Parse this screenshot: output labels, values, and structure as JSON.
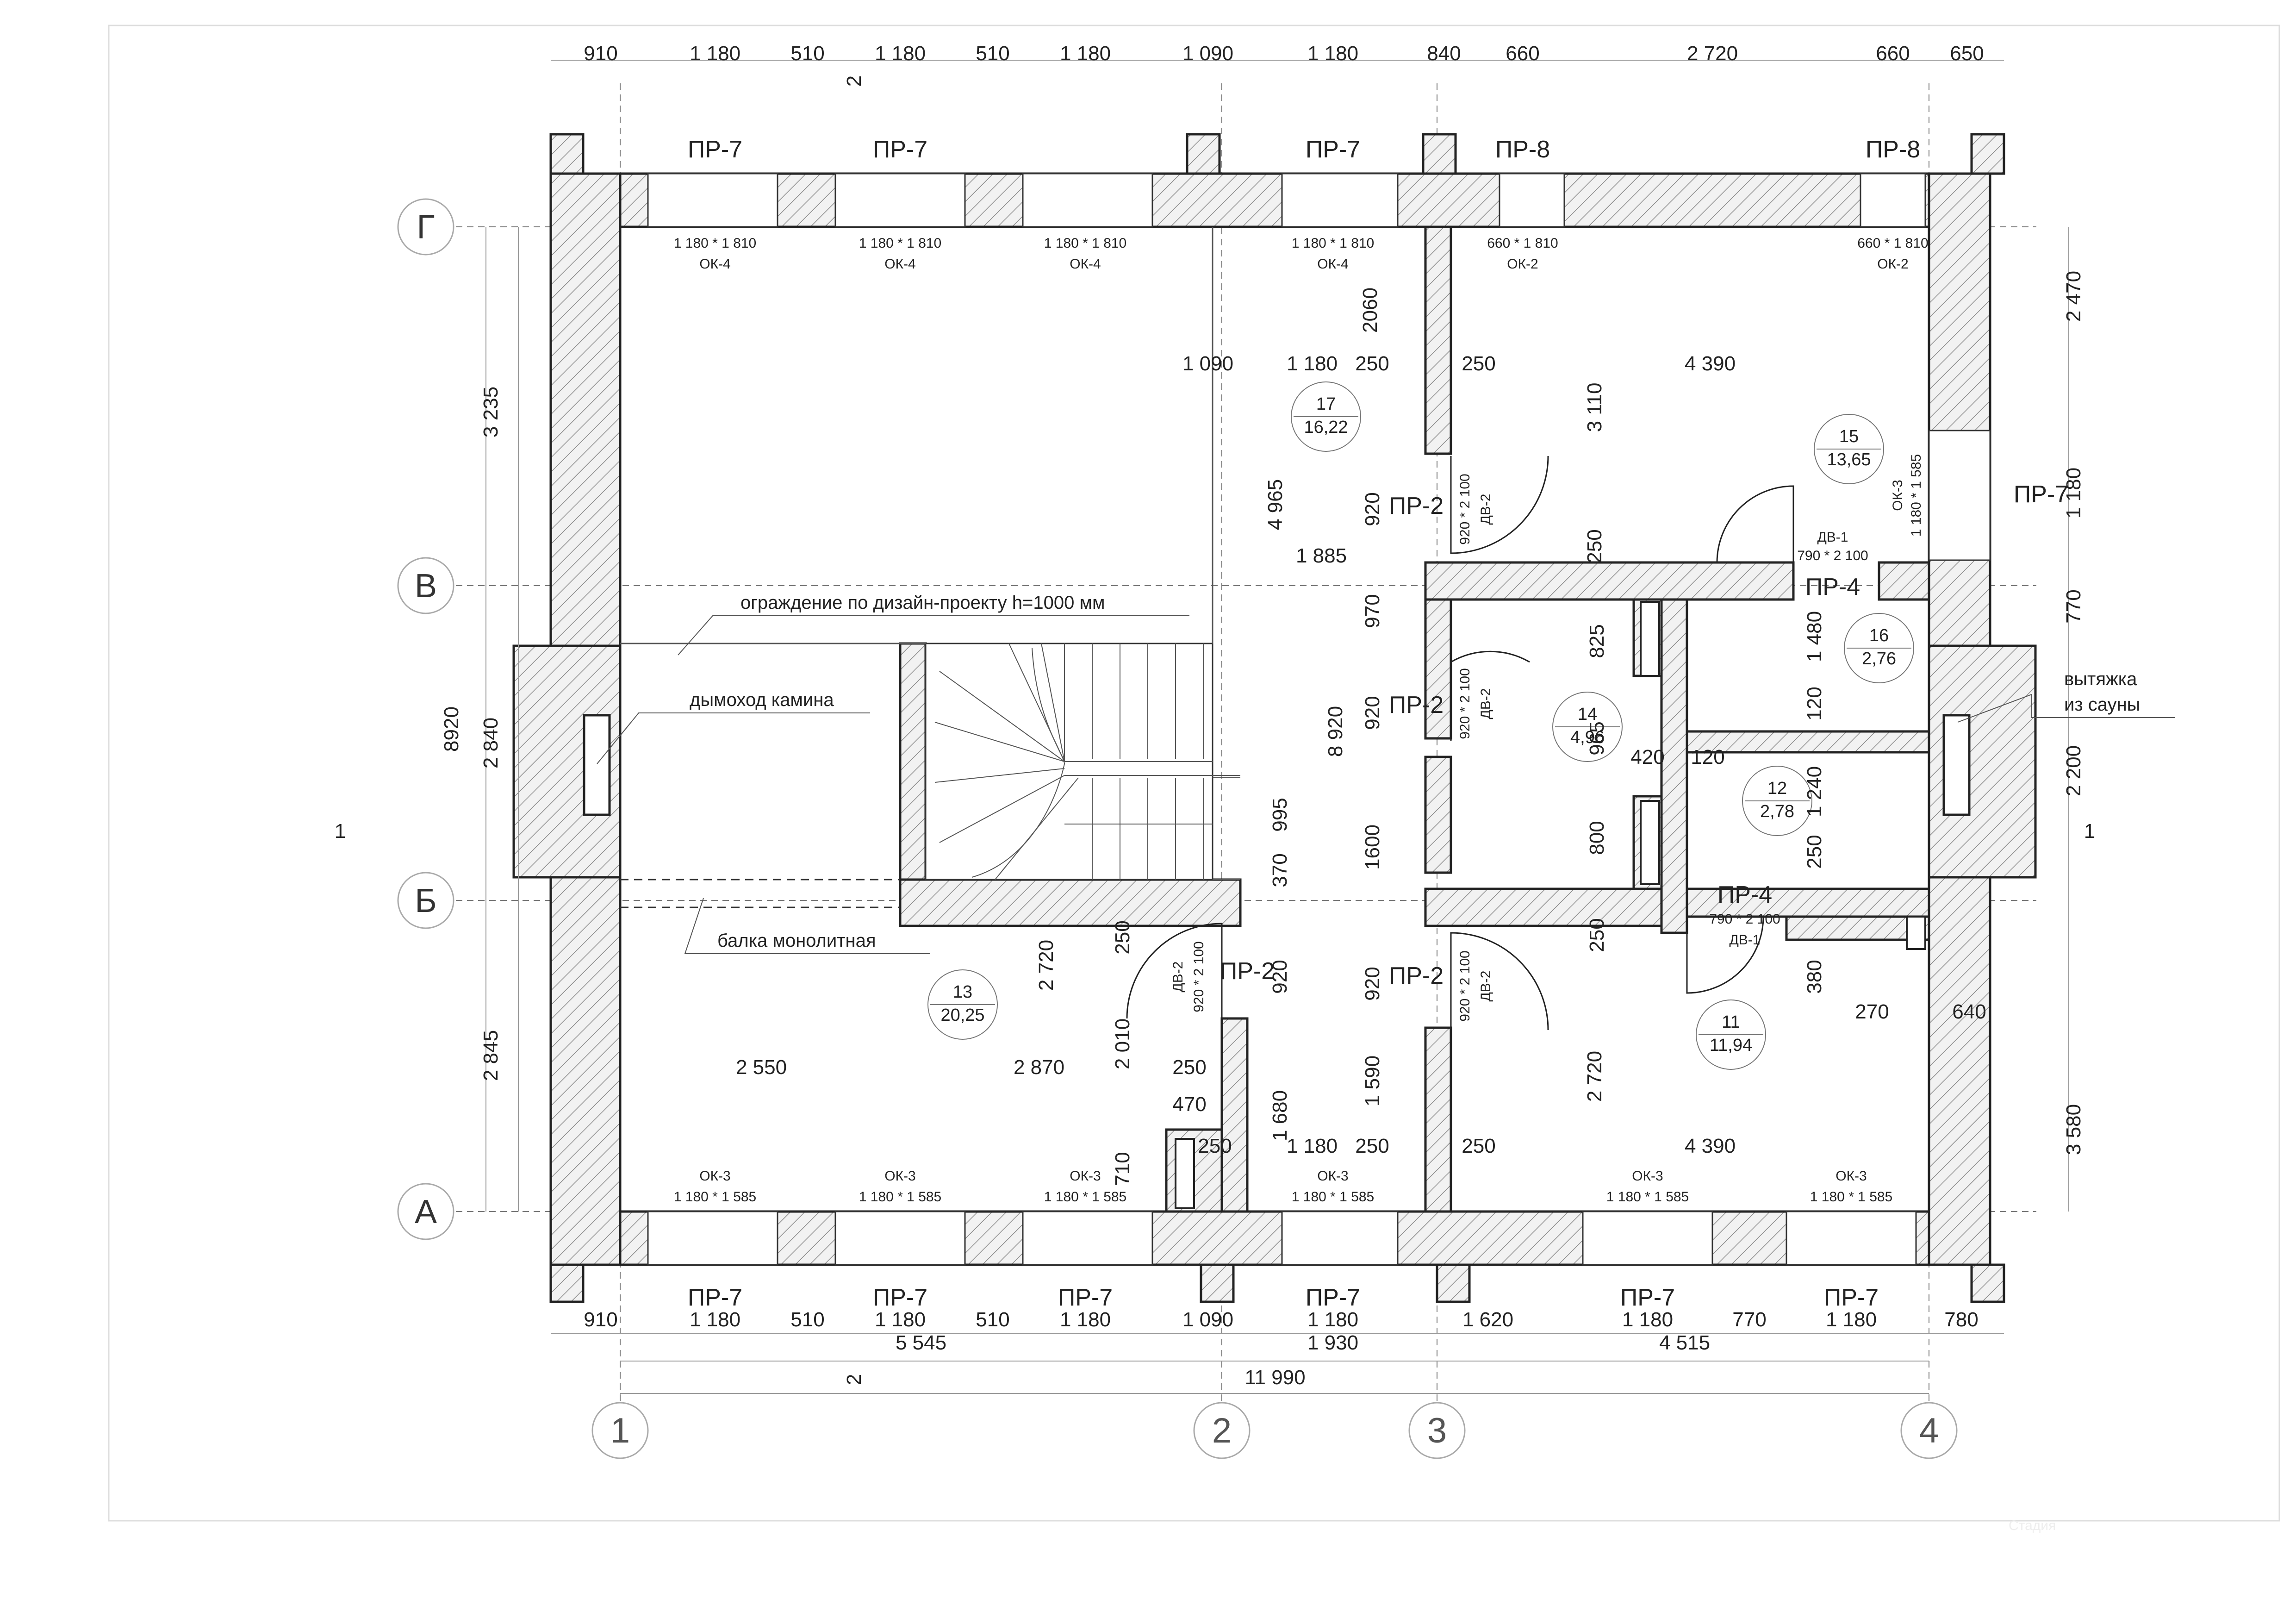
{
  "axes": {
    "rows": [
      "Г",
      "В",
      "Б",
      "А"
    ],
    "cols": [
      "1",
      "2",
      "3",
      "4"
    ]
  },
  "dims": {
    "top": [
      "910",
      "1 180",
      "510",
      "1 180",
      "510",
      "1 180",
      "1 090",
      "1 180",
      "840",
      "660",
      "2 720",
      "660",
      "650"
    ],
    "bottom1": [
      "910",
      "1 180",
      "510",
      "1 180",
      "510",
      "1 180",
      "1 090",
      "1 180",
      "1 620",
      "1 180",
      "770",
      "1 180",
      "780"
    ],
    "bottom2": [
      "5 545",
      "1 930",
      "4 515"
    ],
    "bottom_total": "11 990",
    "left_outer": "8920",
    "left_inner": [
      "3 235",
      "2 840",
      "2 845"
    ],
    "right": [
      "2 470",
      "1 180",
      "770",
      "2 200",
      "3 580"
    ],
    "section_mark": "2",
    "section_mark_side": "1"
  },
  "openings_top": [
    "ПР-7",
    "ПР-7",
    "ПР-7",
    "ПР-8",
    "ПР-8"
  ],
  "openings_bottom": [
    "ПР-7",
    "ПР-7",
    "ПР-7",
    "ПР-7",
    "ПР-7",
    "ПР-7"
  ],
  "opening_side": "ПР-7",
  "windows_top": [
    {
      "size": "1 180 * 1 810",
      "mark": "ОК-4"
    },
    {
      "size": "1 180 * 1 810",
      "mark": "ОК-4"
    },
    {
      "size": "1 180 * 1 810",
      "mark": "ОК-4"
    },
    {
      "size": "1 180 * 1 810",
      "mark": "ОК-4"
    },
    {
      "size": "660 * 1 810",
      "mark": "ОК-2"
    },
    {
      "size": "660 * 1 810",
      "mark": "ОК-2"
    }
  ],
  "windows_bottom": [
    {
      "size": "1 180 * 1 585",
      "mark": "ОК-3"
    },
    {
      "size": "1 180 * 1 585",
      "mark": "ОК-3"
    },
    {
      "size": "1 180 * 1 585",
      "mark": "ОК-3"
    },
    {
      "size": "1 180 * 1 585",
      "mark": "ОК-3"
    },
    {
      "size": "1 180 * 1 585",
      "mark": "ОК-3"
    },
    {
      "size": "1 180 * 1 585",
      "mark": "ОК-3"
    }
  ],
  "window_side": {
    "size": "1 180 * 1 585",
    "mark": "ОК-3"
  },
  "rooms": [
    {
      "num": "17",
      "area": "16,22"
    },
    {
      "num": "15",
      "area": "13,65"
    },
    {
      "num": "16",
      "area": "2,76"
    },
    {
      "num": "14",
      "area": "4,96"
    },
    {
      "num": "12",
      "area": "2,78"
    },
    {
      "num": "13",
      "area": "20,25"
    },
    {
      "num": "11",
      "area": "11,94"
    }
  ],
  "doors": {
    "pr2": "ПР-2",
    "pr4": "ПР-4",
    "dv2": "ДВ-2",
    "dv1": "ДВ-1",
    "size_dv2": "920 * 2 100",
    "size_dv1": "790 * 2 100"
  },
  "notes": {
    "railing": "ограждение по дизайн-проекту h=1000 мм",
    "chimney": "дымоход камина",
    "beam": "балка монолитная",
    "sauna1": "вытяжка",
    "sauna2": "из сауны"
  },
  "inner_dims": {
    "d1090": "1 090",
    "d1180": "1 180",
    "d250": "250",
    "d2060": "2060",
    "d4390": "4 390",
    "d3110": "3 110",
    "d4965": "4 965",
    "d920": "920",
    "d1885": "1 885",
    "d970": "970",
    "d8920": "8 920",
    "d1600": "1600",
    "d1590": "1 590",
    "d825": "825",
    "d965": "965",
    "d420": "420",
    "d120": "120",
    "d1480": "1 480",
    "d1240": "1 240",
    "d800": "800",
    "d380": "380",
    "d270": "270",
    "d640": "640",
    "d2720": "2 720",
    "d370": "370",
    "d995": "995",
    "d2010": "2 010",
    "d2550": "2 550",
    "d2870": "2 870",
    "d470": "470",
    "d710": "710",
    "d1680": "1 680"
  },
  "stamp": "Стадия"
}
